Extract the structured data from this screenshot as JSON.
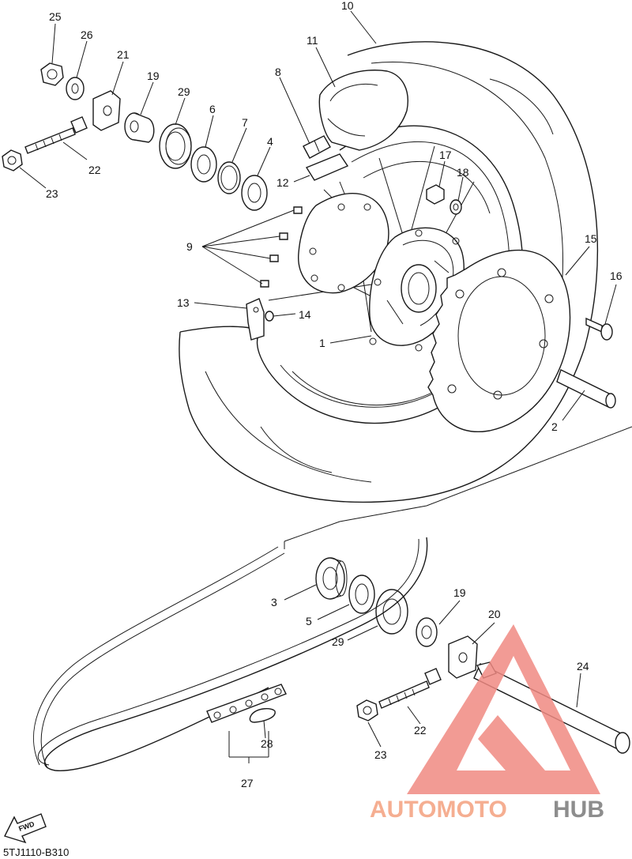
{
  "callouts": {
    "c1": "1",
    "c2": "2",
    "c3": "3",
    "c4": "4",
    "c5": "5",
    "c6": "6",
    "c7": "7",
    "c8": "8",
    "c9": "9",
    "c10": "10",
    "c11": "11",
    "c12": "12",
    "c13": "13",
    "c14": "14",
    "c15": "15",
    "c16": "16",
    "c17": "17",
    "c18": "18",
    "c19a": "19",
    "c19b": "19",
    "c20": "20",
    "c21": "21",
    "c22a": "22",
    "c22b": "22",
    "c23a": "23",
    "c23b": "23",
    "c24": "24",
    "c25": "25",
    "c26": "26",
    "c27": "27",
    "c28": "28",
    "c29a": "29",
    "c29b": "29"
  },
  "fwd_label": "FWD",
  "diagram_code": "5TJ1110-B310",
  "watermark": {
    "part1": "AUTOMOTO",
    "part2": "HUB",
    "color_main": "#f4a07e",
    "color_dark": "#7a7a7a",
    "color_triangle": "#f08a82"
  }
}
